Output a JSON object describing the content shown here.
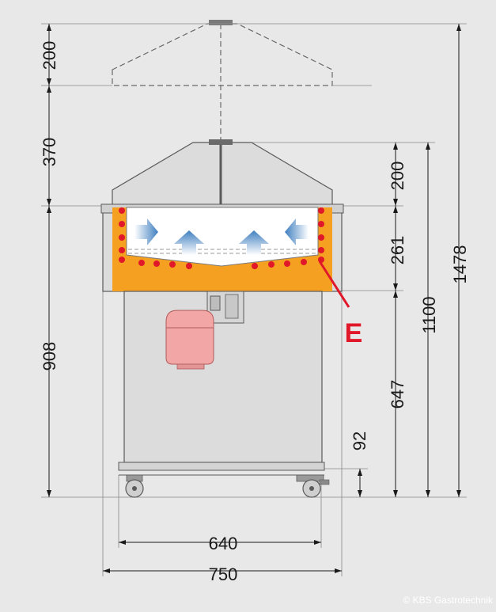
{
  "dimensions": {
    "canopy_height": "200",
    "canopy_lift": "370",
    "base_to_rim": "908",
    "dome_height": "200",
    "well_depth": "261",
    "counter_height": "647",
    "rim_total": "1100",
    "total_height": "1478",
    "shelf_height": "92",
    "wheelbase_width": "640",
    "overall_width": "750"
  },
  "callout": {
    "letter": "E"
  },
  "copyright": "© KBS Gastrotechnik",
  "colors": {
    "background": "#e8e8e8",
    "body_fill": "#dcdcdc",
    "outline": "#5a5a5a",
    "insulation": "#f5a021",
    "heating_dots": "#e0182a",
    "airflow": "#3f7fc0",
    "compressor": "#f2a6a6",
    "callout": "#e0182a"
  }
}
